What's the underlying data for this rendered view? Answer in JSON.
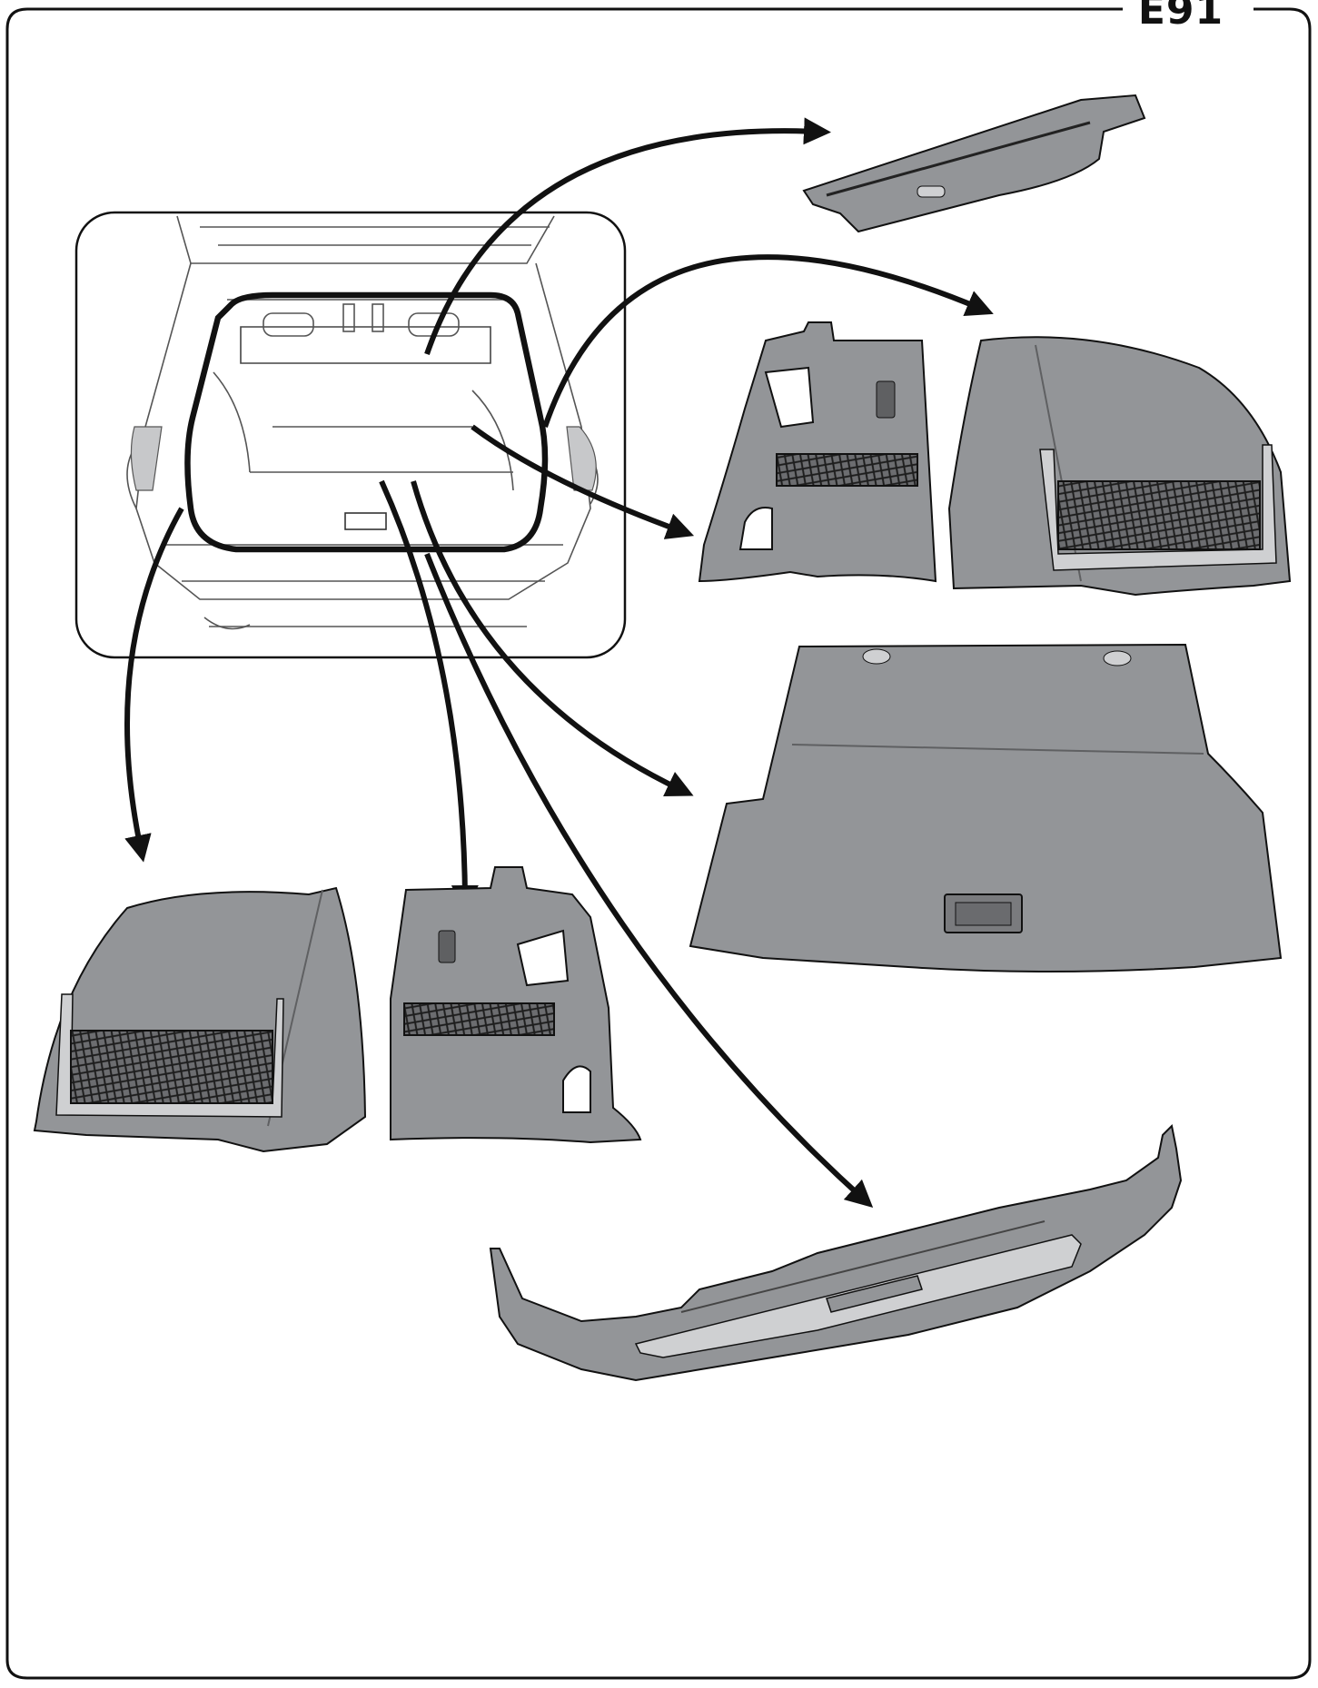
{
  "header": {
    "model_code": "E91"
  },
  "colors": {
    "frame": "#111111",
    "part_fill": "#939598",
    "part_dark": "#5f6062",
    "part_light": "#cfd0d2",
    "net": "#2a2a2a",
    "arrow": "#111111",
    "background": "#ffffff"
  },
  "overview": {
    "name": "car-rear-trunk-open"
  },
  "parts": [
    {
      "name": "luggage-cover"
    },
    {
      "name": "right-side-panel-front"
    },
    {
      "name": "right-side-panel-rear"
    },
    {
      "name": "floor-panel"
    },
    {
      "name": "left-side-panel-rear"
    },
    {
      "name": "left-side-panel-front"
    },
    {
      "name": "loading-sill-trim"
    }
  ]
}
